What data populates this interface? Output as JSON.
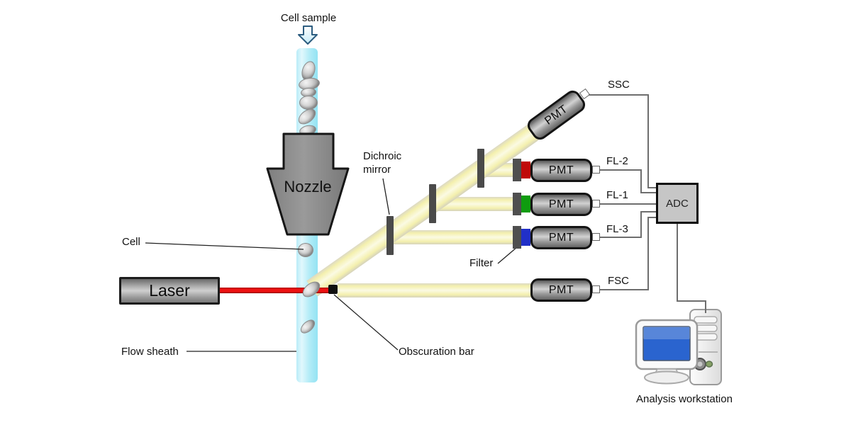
{
  "labels": {
    "cell_sample": "Cell sample",
    "nozzle": "Nozzle",
    "dichroic_line1": "Dichroic",
    "dichroic_line2": "mirror",
    "cell": "Cell",
    "laser": "Laser",
    "flow_sheath": "Flow sheath",
    "obscuration_bar": "Obscuration bar",
    "filter": "Filter",
    "adc": "ADC",
    "analysis_workstation": "Analysis workstation"
  },
  "detectors": {
    "ssc": {
      "device": "PMT",
      "signal": "SSC"
    },
    "fl2": {
      "device": "PMT",
      "signal": "FL-2"
    },
    "fl1": {
      "device": "PMT",
      "signal": "FL-1"
    },
    "fl3": {
      "device": "PMT",
      "signal": "FL-3"
    },
    "fsc": {
      "device": "PMT",
      "signal": "FSC"
    }
  },
  "colors": {
    "laser_beam_red": "#dd0000",
    "optical_beam_yellow": "#f5f2bb",
    "flow_tube_cyan": "#aeeaf6",
    "fl2_filter_red": "#c00a0a",
    "fl1_filter_green": "#0f9c0f",
    "fl3_filter_blue": "#2130c8",
    "monitor_screen_blue": "#2a64cf"
  }
}
